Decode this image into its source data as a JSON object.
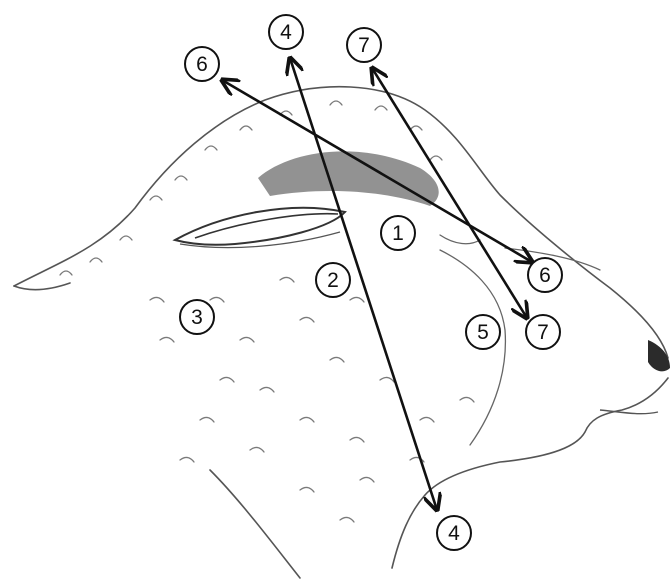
{
  "diagram": {
    "markers": [
      {
        "id": "m1",
        "label": "1"
      },
      {
        "id": "m2",
        "label": "2"
      },
      {
        "id": "m3",
        "label": "3"
      },
      {
        "id": "m4a",
        "label": "4"
      },
      {
        "id": "m4b",
        "label": "4"
      },
      {
        "id": "m5",
        "label": "5"
      },
      {
        "id": "m6a",
        "label": "6"
      },
      {
        "id": "m6b",
        "label": "6"
      },
      {
        "id": "m7a",
        "label": "7"
      },
      {
        "id": "m7b",
        "label": "7"
      }
    ],
    "colors": {
      "ink": "#111111",
      "sketch": "#555555",
      "fleece": "#7a7a7a",
      "background": "#ffffff"
    }
  }
}
